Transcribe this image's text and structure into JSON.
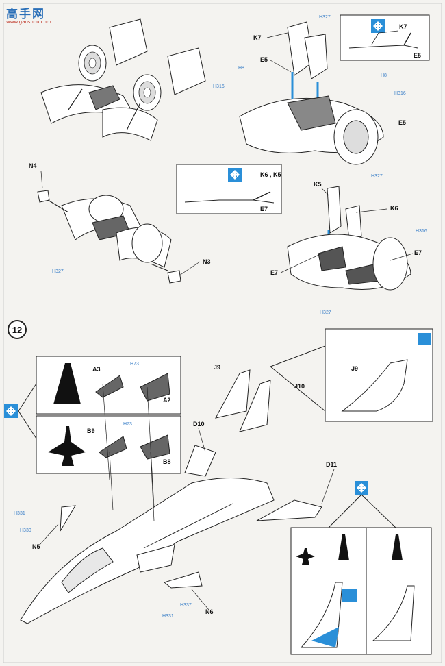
{
  "watermark": {
    "title": "高手网",
    "url": "www.gaoshou.com"
  },
  "step": {
    "number": "12"
  },
  "labels": {
    "K7": "K7",
    "E5": "E5",
    "K6": "K6",
    "K5": "K5",
    "K6K5": "K6 , K5",
    "E7": "E7",
    "N4": "N4",
    "N3": "N3",
    "J9": "J9",
    "J10": "J10",
    "A3": "A3",
    "A2": "A2",
    "B9": "B9",
    "B8": "B8",
    "D10": "D10",
    "D11": "D11",
    "N5": "N5",
    "N6": "N6"
  },
  "color_callouts": {
    "h327": "H327",
    "h8": "H8",
    "h316": "H316",
    "h73": "H73",
    "h331": "H331",
    "h330": "H330",
    "h337": "H337"
  },
  "colors": {
    "line": "#222222",
    "accent_blue": "#2a8fd8",
    "paper": "#f4f3f0",
    "dark_part": "#3b3b3b"
  },
  "icons": [
    "scale-arrows-icon",
    "aircraft-silhouette-icon",
    "camo-swatch-icon"
  ]
}
